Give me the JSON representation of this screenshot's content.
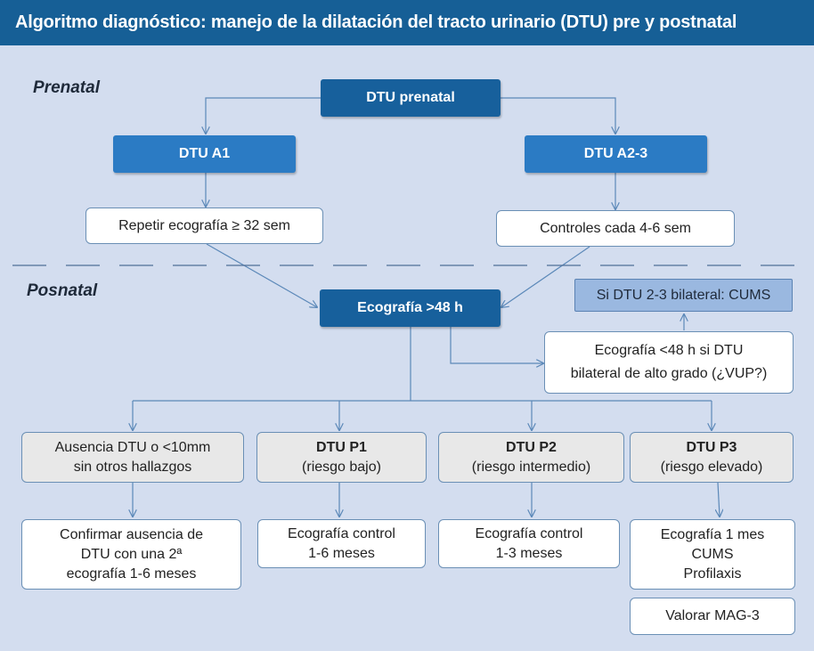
{
  "header": {
    "title": "Algoritmo diagnóstico: manejo de la dilatación del tracto urinario (DTU) pre y postnatal"
  },
  "sections": {
    "prenatal": "Prenatal",
    "postnatal": "Posnatal"
  },
  "nodes": {
    "dtu_prenatal": "DTU prenatal",
    "dtu_a1": "DTU A1",
    "dtu_a23": "DTU A2-3",
    "repetir": "Repetir ecografía ≥ 32 sem",
    "controles": "Controles cada 4-6 sem",
    "eco48": "Ecografía >48 h",
    "cums_bilateral": "Si DTU 2-3 bilateral: CUMS",
    "eco_menos48": [
      "Ecografía <48 h si DTU",
      "bilateral de alto grado (¿VUP?)"
    ],
    "ausencia": [
      "Ausencia DTU o <10mm",
      "sin otros hallazgos"
    ],
    "p1": {
      "title": "DTU P1",
      "sub": "(riesgo bajo)"
    },
    "p2": {
      "title": "DTU P2",
      "sub": "(riesgo intermedio)"
    },
    "p3": {
      "title": "DTU P3",
      "sub": "(riesgo elevado)"
    },
    "confirmar": [
      "Confirmar ausencia de",
      "DTU con una 2ª",
      "ecografía 1-6 meses"
    ],
    "p1_action": [
      "Ecografía control",
      "1-6 meses"
    ],
    "p2_action": [
      "Ecografía control",
      "1-3 meses"
    ],
    "p3_action": [
      "Ecografía 1 mes",
      "CUMS",
      "Profilaxis"
    ],
    "mag3": "Valorar MAG-3"
  }
}
